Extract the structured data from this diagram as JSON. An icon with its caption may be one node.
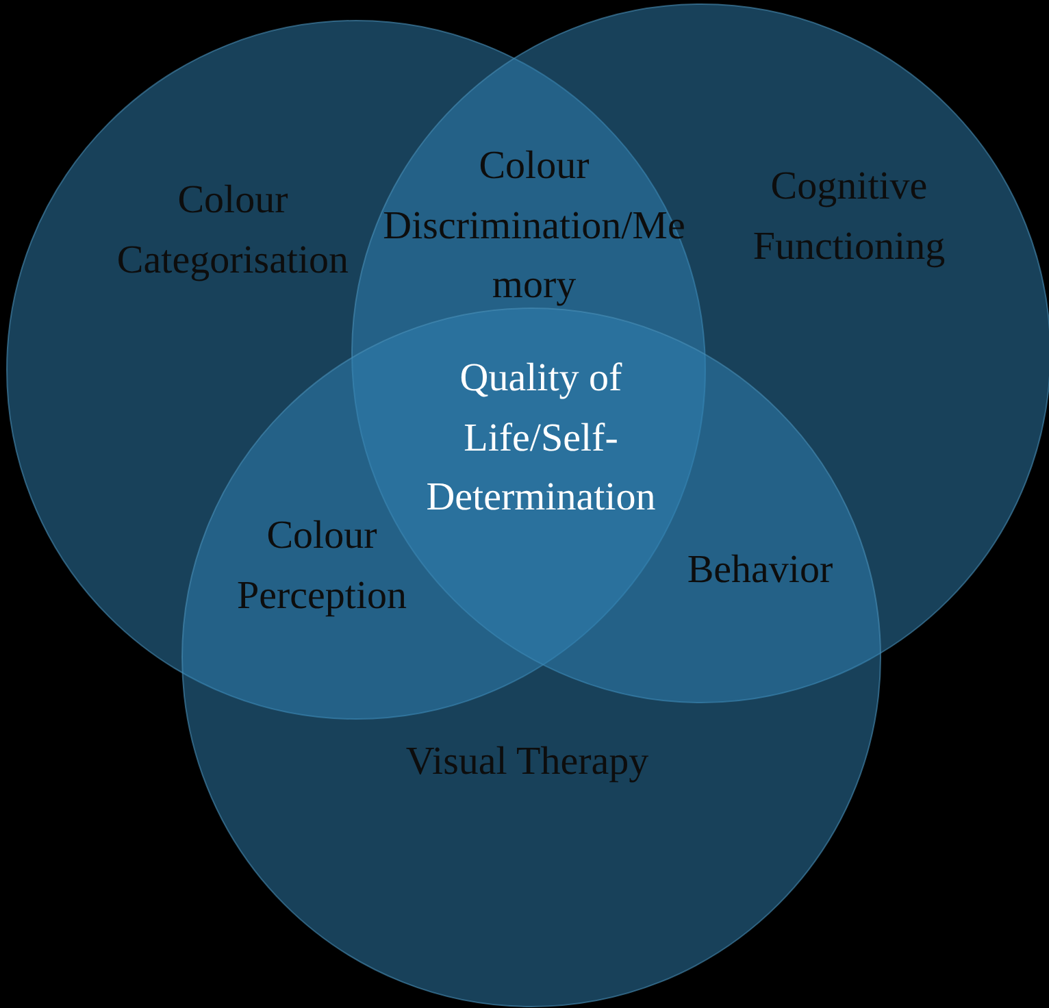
{
  "diagram": {
    "nodes": [
      {
        "text": [
          "Colour Categorisation"
        ]
      },
      {
        "text": [
          "Cognitive Functioning"
        ]
      },
      {
        "text": [
          "Visual Therapy"
        ]
      }
    ],
    "edges": [],
    "labels": [
      "Colour Discrimination/Memory",
      "Quality of Life/Self-Determination",
      "Colour Perception",
      "Behavior"
    ]
  }
}
